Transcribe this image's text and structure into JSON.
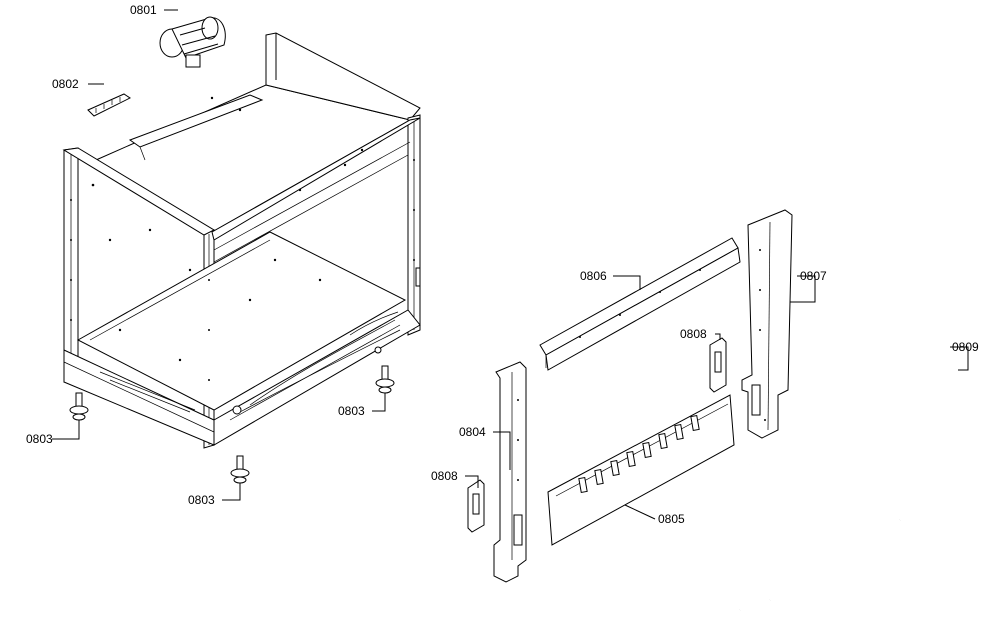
{
  "colors": {
    "line": "#000000",
    "background": "#ffffff"
  },
  "callouts": [
    {
      "id": "p0801",
      "text": "0801"
    },
    {
      "id": "p0802",
      "text": "0802"
    },
    {
      "id": "p0803a",
      "text": "0803"
    },
    {
      "id": "p0803b",
      "text": "0803"
    },
    {
      "id": "p0803c",
      "text": "0803"
    },
    {
      "id": "p0804",
      "text": "0804"
    },
    {
      "id": "p0805",
      "text": "0805"
    },
    {
      "id": "p0806",
      "text": "0806"
    },
    {
      "id": "p0807",
      "text": "0807"
    },
    {
      "id": "p0808a",
      "text": "0808"
    },
    {
      "id": "p0808b",
      "text": "0808"
    },
    {
      "id": "p0809",
      "text": "0809"
    }
  ]
}
